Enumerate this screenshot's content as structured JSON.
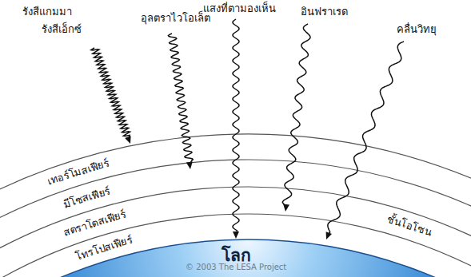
{
  "diagram": {
    "nodes": [
      {
        "text": [
          "โลก"
        ]
      }
    ],
    "labels": [
      "รังสีแกมมา",
      "รังสีเอ็กซ์",
      "อุลตราไวโอเล็ต",
      "แสงที่ตามองเห็น",
      "อินฟราเรด",
      "คลื่นวิทยุ",
      "เทอร์โมสเฟียร์",
      "มีโซสเฟียร์",
      "สตราโตสเฟียร์",
      "โทรโปสเฟียร์",
      "ชั้นโอโซน",
      "© 2003 The LESA Project"
    ]
  }
}
